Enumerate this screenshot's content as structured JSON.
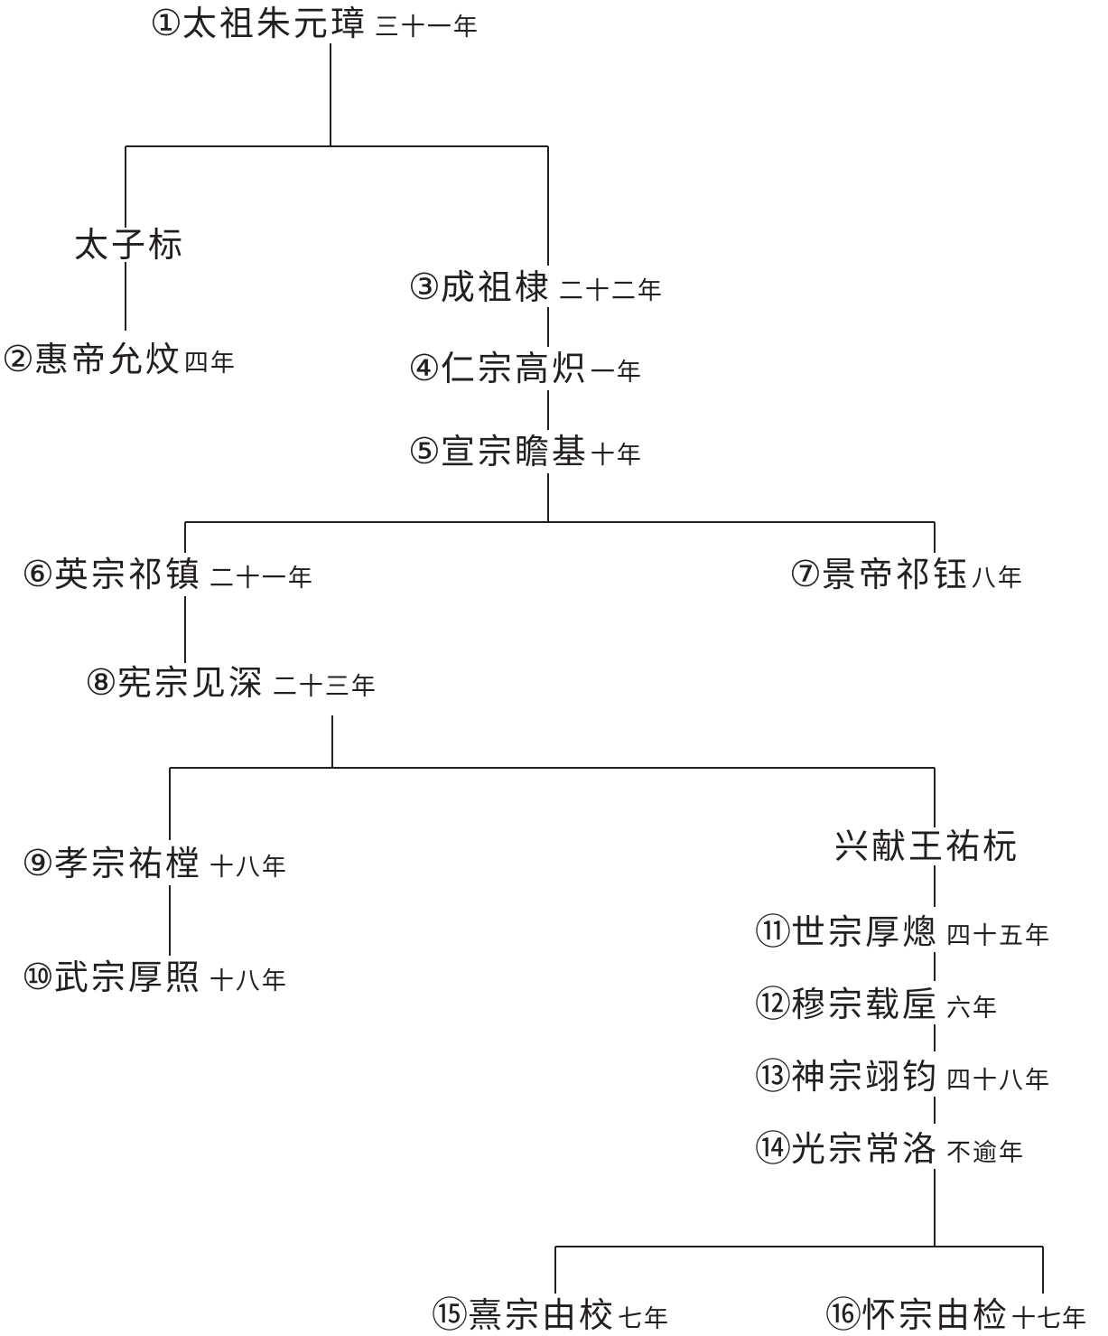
{
  "nodes": [
    {
      "key": "n1",
      "num": "①",
      "name": "太祖朱元璋",
      "reign": "三十一年"
    },
    {
      "key": "taizi",
      "label": "太子标"
    },
    {
      "key": "n2",
      "num": "②",
      "name": "惠帝允炆",
      "reign": "四年"
    },
    {
      "key": "n3",
      "num": "③",
      "name": "成祖棣",
      "reign": "二十二年"
    },
    {
      "key": "n4",
      "num": "④",
      "name": "仁宗高炽",
      "reign": "一年"
    },
    {
      "key": "n5",
      "num": "⑤",
      "name": "宣宗瞻基",
      "reign": "十年"
    },
    {
      "key": "n6",
      "num": "⑥",
      "name": "英宗祁镇",
      "reign": "二十一年"
    },
    {
      "key": "n7",
      "num": "⑦",
      "name": "景帝祁钰",
      "reign": "八年"
    },
    {
      "key": "n8",
      "num": "⑧",
      "name": "宪宗见深",
      "reign": "二十三年"
    },
    {
      "key": "n9",
      "num": "⑨",
      "name": "孝宗祐樘",
      "reign": "十八年"
    },
    {
      "key": "n10",
      "num": "⑩",
      "name": "武宗厚照",
      "reign": "十八年"
    },
    {
      "key": "xingxian",
      "label": "兴献王祐杬"
    },
    {
      "key": "n11",
      "num": "⑪",
      "name": "世宗厚熜",
      "reign": "四十五年"
    },
    {
      "key": "n12",
      "num": "⑫",
      "name": "穆宗载垕",
      "reign": "六年"
    },
    {
      "key": "n13",
      "num": "⑬",
      "name": "神宗翊钧",
      "reign": "四十八年"
    },
    {
      "key": "n14",
      "num": "⑭",
      "name": "光宗常洛",
      "reign": "不逾年"
    },
    {
      "key": "n15",
      "num": "⑮",
      "name": "熹宗由校",
      "reign": "七年"
    },
    {
      "key": "n16",
      "num": "⑯",
      "name": "怀宗由检",
      "reign": "十七年"
    }
  ],
  "colors": {
    "line": "#231f20",
    "text": "#231f20"
  }
}
